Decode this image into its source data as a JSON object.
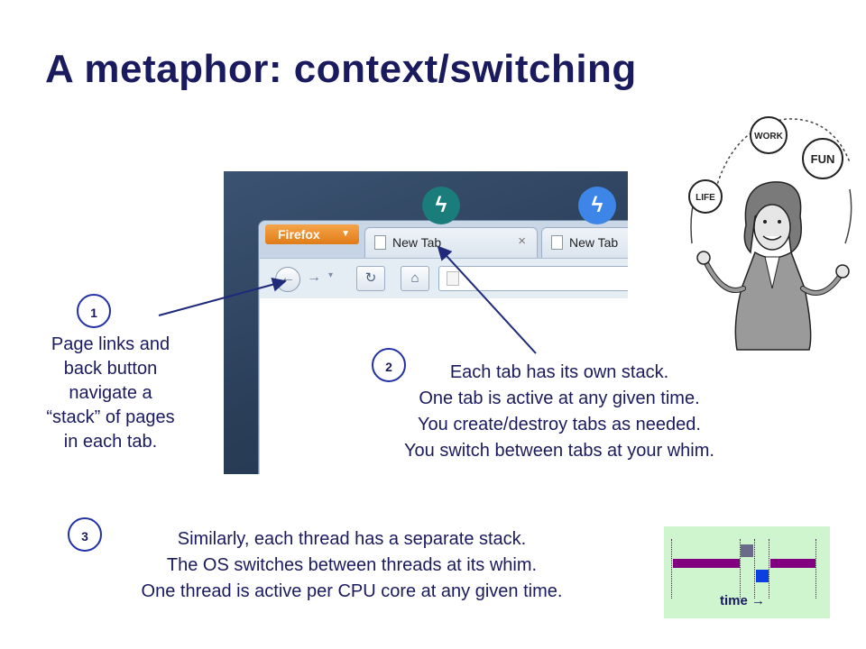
{
  "title": "A metaphor: context/switching",
  "browser": {
    "app_button": "Firefox",
    "tabs": [
      {
        "label": "New Tab",
        "close": "×"
      },
      {
        "label": "New Tab"
      }
    ]
  },
  "callouts": [
    {
      "number": "1",
      "lines": [
        "Page links and",
        "back button",
        "navigate a",
        "“stack” of pages",
        "in each tab."
      ]
    },
    {
      "number": "2",
      "lines": [
        "Each tab has its own stack.",
        "One tab is active at any given time.",
        "You create/destroy tabs as needed.",
        "You switch between tabs at your whim."
      ]
    },
    {
      "number": "3",
      "lines": [
        "Similarly, each thread has a separate stack.",
        "The OS switches between threads at its whim.",
        "One thread is active per CPU core at any given time."
      ]
    }
  ],
  "juggler": {
    "balls": [
      "WORK",
      "FUN",
      "LIFE"
    ]
  },
  "timeline": {
    "label": "time",
    "colors": {
      "purple": "#800080",
      "gray": "#6a6a8a",
      "blue": "#0b3fe0",
      "background": "#cff5cf"
    }
  },
  "colors": {
    "title": "#1a1a5e",
    "circle_border": "#2130a6",
    "arrow": "#1f2a7a"
  }
}
